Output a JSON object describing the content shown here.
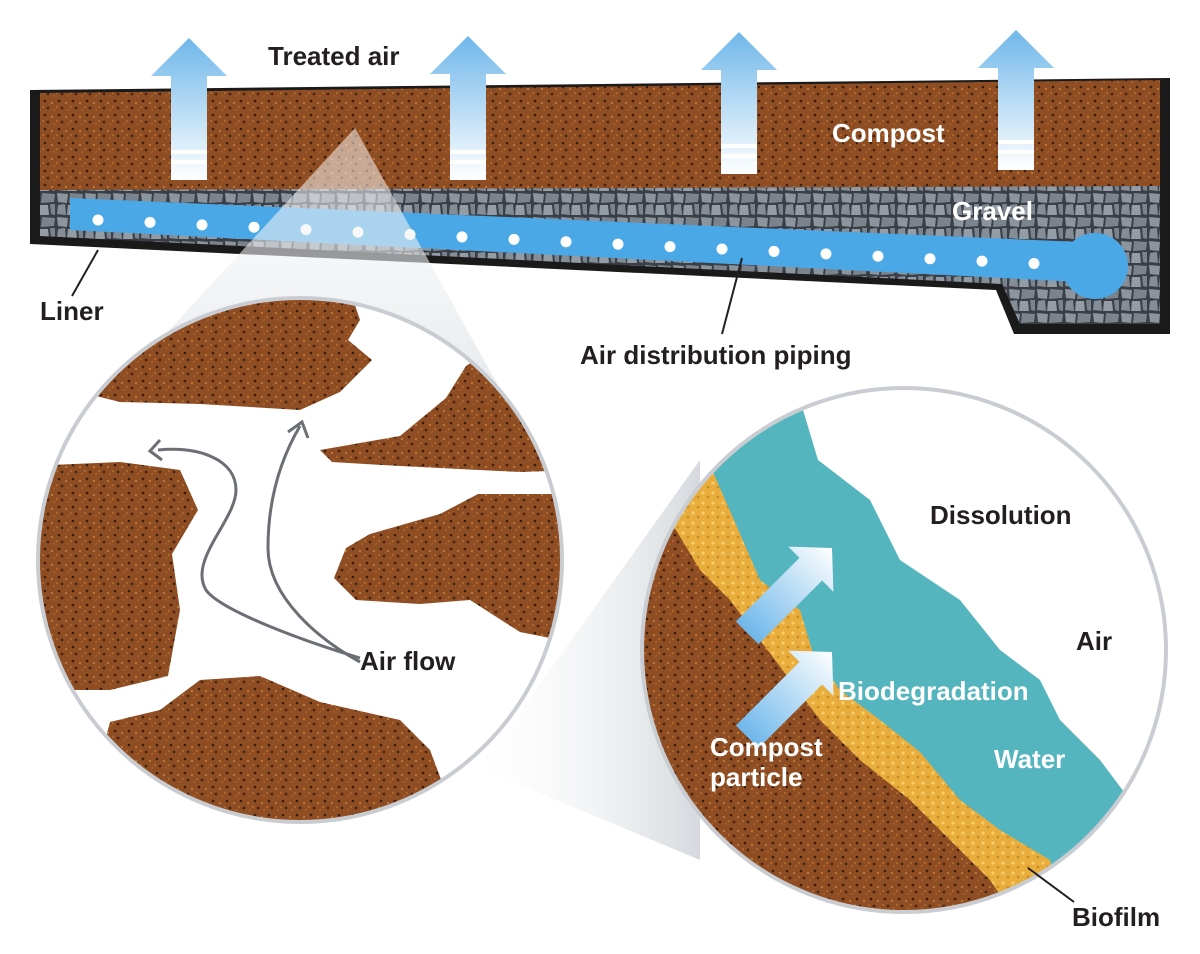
{
  "labels": {
    "treated_air": "Treated air",
    "compost": "Compost",
    "gravel": "Gravel",
    "liner": "Liner",
    "air_distribution_piping": "Air distribution piping",
    "air_flow": "Air flow",
    "dissolution": "Dissolution",
    "air": "Air",
    "biodegradation": "Biodegradation",
    "water": "Water",
    "compost_particle_line1": "Compost",
    "compost_particle_line2": "particle",
    "biofilm": "Biofilm"
  },
  "colors": {
    "compost": "#8a4a22",
    "gravel": "#7d8590",
    "pipe": "#4aa8e6",
    "liner": "#1a1a1a",
    "arrow_blue": "#8cc6ec",
    "water": "#55b5be",
    "biofilm": "#e9b041"
  }
}
